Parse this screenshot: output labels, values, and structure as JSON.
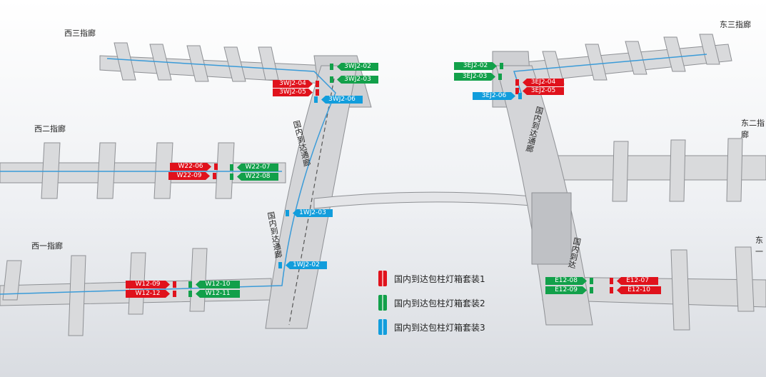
{
  "colors": {
    "red": "#e0121c",
    "green": "#12a04a",
    "blue": "#119ddc",
    "building": "#d9dadc",
    "building_edge": "#8e9094",
    "flow": "#3a9bd8"
  },
  "pier_labels": {
    "west3": "西三指廊",
    "west2": "西二指廊",
    "west1": "西一指廊",
    "east3": "东三指廊",
    "east2": "东二指廊",
    "east1": "东一"
  },
  "corridor_labels": {
    "west": "国内到达通廊",
    "east_top": "国内到达通廊",
    "east_bottom": "国内到达"
  },
  "tags": {
    "w3_02": "3WJ2-02",
    "w3_03": "3WJ2-03",
    "w3_04": "3WJ2-04",
    "w3_05": "3WJ2-05",
    "w3_06": "3WJ2-06",
    "w2_06": "W22-06",
    "w2_07": "W22-07",
    "w2_08": "W22-08",
    "w2_09": "W22-09",
    "w1j_03": "1WJ2-03",
    "w1j_02": "1WJ2-02",
    "w1_09": "W12-09",
    "w1_10": "W12-10",
    "w1_11": "W12-11",
    "w1_12": "W12-12",
    "e3_02": "3EJ2-02",
    "e3_03": "3EJ2-03",
    "e3_04": "3EJ2-04",
    "e3_05": "3EJ2-05",
    "e3_06": "3EJ2-06",
    "e1_07": "E12-07",
    "e1_08": "E12-08",
    "e1_09": "E12-09",
    "e1_10": "E12-10"
  },
  "legend": [
    {
      "label": "国内到达包柱灯箱套装1",
      "color": "#e0121c"
    },
    {
      "label": "国内到达包柱灯箱套装2",
      "color": "#12a04a"
    },
    {
      "label": "国内到达包柱灯箱套装3",
      "color": "#119ddc"
    }
  ]
}
